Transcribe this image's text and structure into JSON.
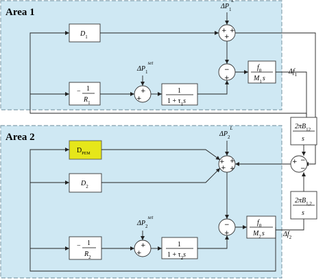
{
  "area1": {
    "label": "Area 1",
    "fill": "#cfe8f3"
  },
  "area2": {
    "label": "Area 2",
    "fill": "#cfe8f3"
  },
  "area1_blocks": {
    "D1": {
      "main": "D",
      "sub": "1"
    },
    "droop_num": "1",
    "droop_minus": "−",
    "droop_den_main": "R",
    "droop_den_sub": "1",
    "gov_num": "1",
    "gov_den": "1 + τ",
    "gov_den_sub": "1",
    "gov_den_s": "s",
    "plant_num": "f",
    "plant_num_sub": "0",
    "plant_den": "M",
    "plant_den_sub": "1",
    "plant_den_s": "s"
  },
  "area2_blocks": {
    "DPEM": {
      "main": "D",
      "sub": "PEM",
      "fill": "#e6e61a"
    },
    "D2": {
      "main": "D",
      "sub": "2"
    },
    "droop_num": "1",
    "droop_minus": "−",
    "droop_den_main": "R",
    "droop_den_sub": "2",
    "gov_num": "1",
    "gov_den": "1 + τ",
    "gov_den_sub": "2",
    "gov_den_s": "s",
    "plant_num": "f",
    "plant_num_sub": "0",
    "plant_den": "M",
    "plant_den_sub": "2",
    "plant_den_s": "s"
  },
  "tie_blocks": {
    "B12": {
      "num": "2πB",
      "num_sub": "12",
      "den": "s"
    },
    "B12b": {
      "num": "2πB",
      "num_sub": "1,2",
      "den": "s"
    }
  },
  "signals": {
    "dP1L": "ΔP",
    "dP1L_sub": "1",
    "dP1L_sup": "L",
    "dP1set": "ΔP",
    "dP1set_sub": "1",
    "dP1set_sup": "set",
    "df1": "Δf",
    "df1_sub": "1",
    "dP2L": "ΔP",
    "dP2L_sub": "2",
    "dP2L_sup": "L",
    "dP2set": "ΔP",
    "dP2set_sub": "2",
    "dP2set_sup": "set",
    "df2": "Δf",
    "df2_sub": "2"
  },
  "signs": {
    "plus": "+",
    "minus": "−"
  }
}
